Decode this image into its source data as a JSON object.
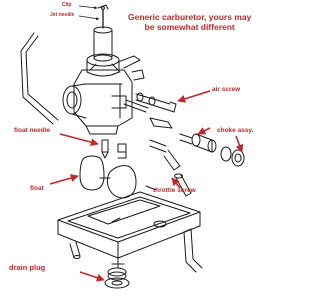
{
  "colors": {
    "label": "#c0282a",
    "line": "#1a1a1a",
    "arrow": "#c0282a"
  },
  "diagram": {
    "note_lines": [
      "Generic carburetor, yours may",
      "be somewhat different"
    ],
    "labels": {
      "clip": "Clip",
      "jet_needle": "Jet needle",
      "air_screw": "air screw",
      "choke_assy": "choke assy.",
      "float_needle": "float needle",
      "float": "float",
      "throttle_screw": "throttle screw",
      "drain_plug": "drain plug"
    }
  }
}
